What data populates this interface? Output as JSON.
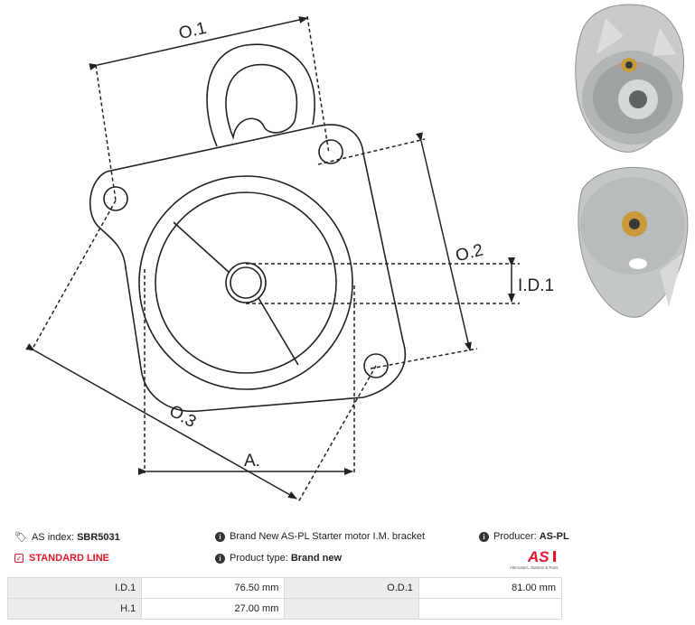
{
  "diagram": {
    "labels": {
      "od1": "O.1",
      "od2": "O.2",
      "od3": "O.3",
      "id1": "I.D.1",
      "a": "A."
    }
  },
  "info": {
    "as_index_label": "AS index:",
    "as_index_value": "SBR5031",
    "description": "Brand New AS-PL Starter motor I.M. bracket",
    "producer_label": "Producer:",
    "producer_value": "AS-PL",
    "line_label": "STANDARD LINE",
    "product_type_label": "Product type:",
    "product_type_value": "Brand new",
    "logo_text": "AS",
    "logo_tagline": "Alternators, Starters & Parts"
  },
  "specs": [
    {
      "k1": "I.D.1",
      "v1": "76.50 mm",
      "k2": "O.D.1",
      "v2": "81.00 mm"
    },
    {
      "k1": "H.1",
      "v1": "27.00 mm",
      "k2": "",
      "v2": ""
    }
  ],
  "colors": {
    "accent": "#e0162b",
    "line": "#222222",
    "table_header": "#ececec"
  }
}
